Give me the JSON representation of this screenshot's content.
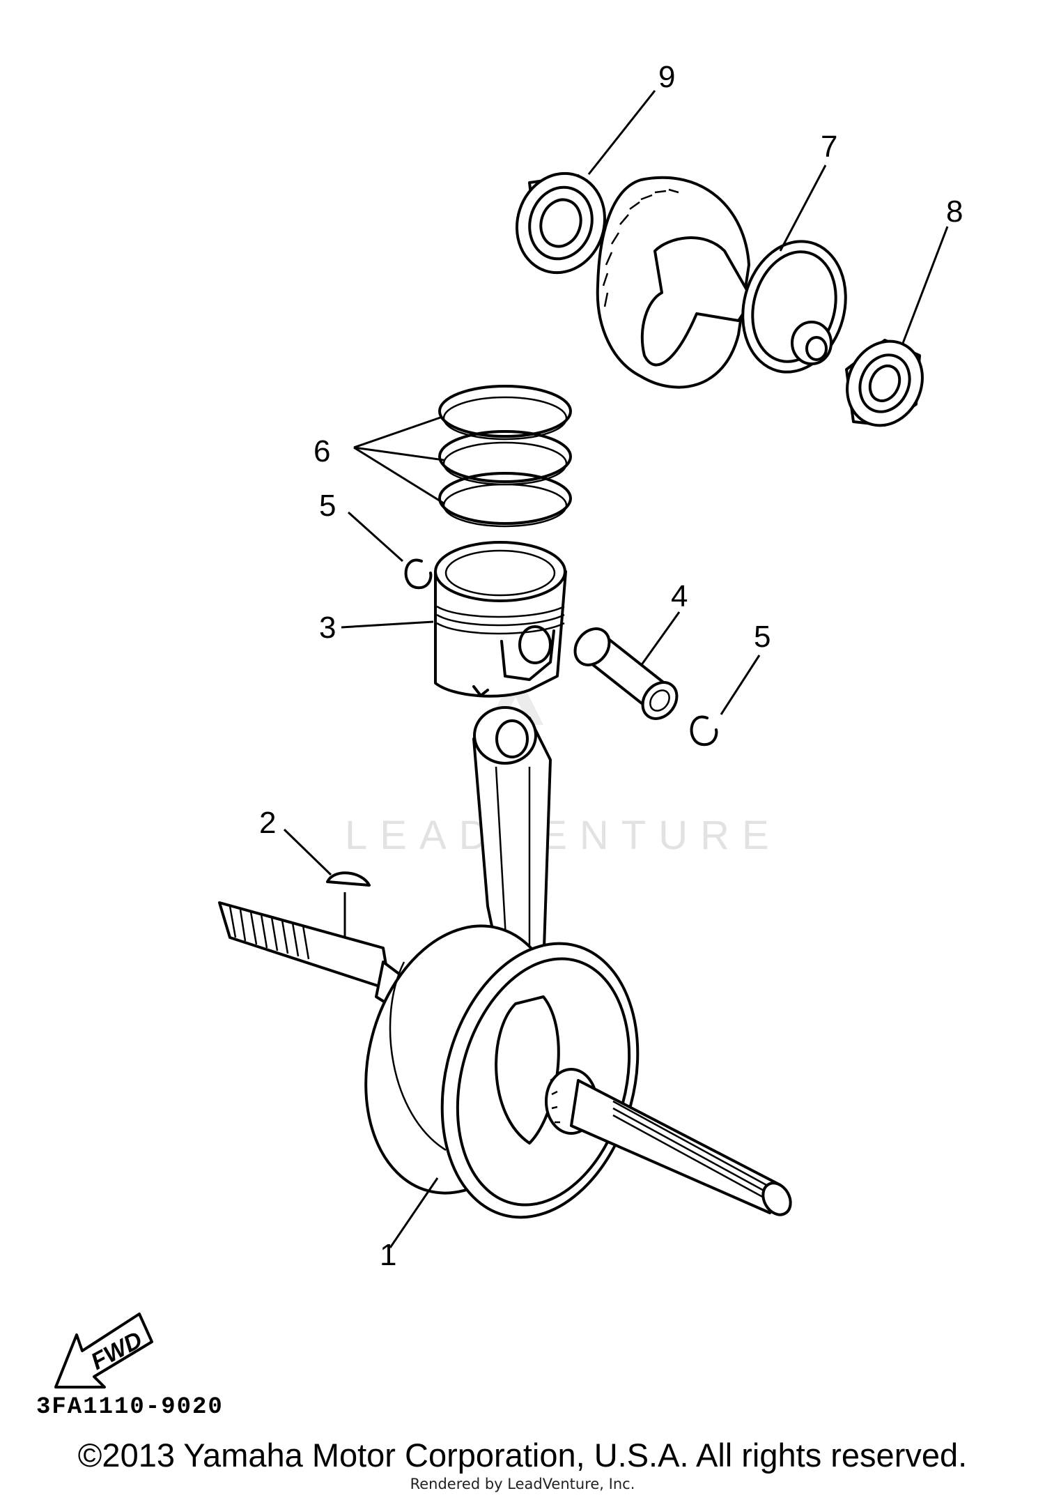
{
  "diagram": {
    "callouts": {
      "c1": "1",
      "c2": "2",
      "c3": "3",
      "c4": "4",
      "c5a": "5",
      "c5b": "5",
      "c6": "6",
      "c7": "7",
      "c8": "8",
      "c9": "9"
    },
    "fwd_label": "FWD",
    "diagram_code": "3FA1110-9020",
    "watermark": "LEADVENTURE"
  },
  "footer": {
    "copyright": "©2013 Yamaha Motor Corporation, U.S.A. All rights reserved.",
    "rendered_by": "Rendered by LeadVenture, Inc."
  }
}
